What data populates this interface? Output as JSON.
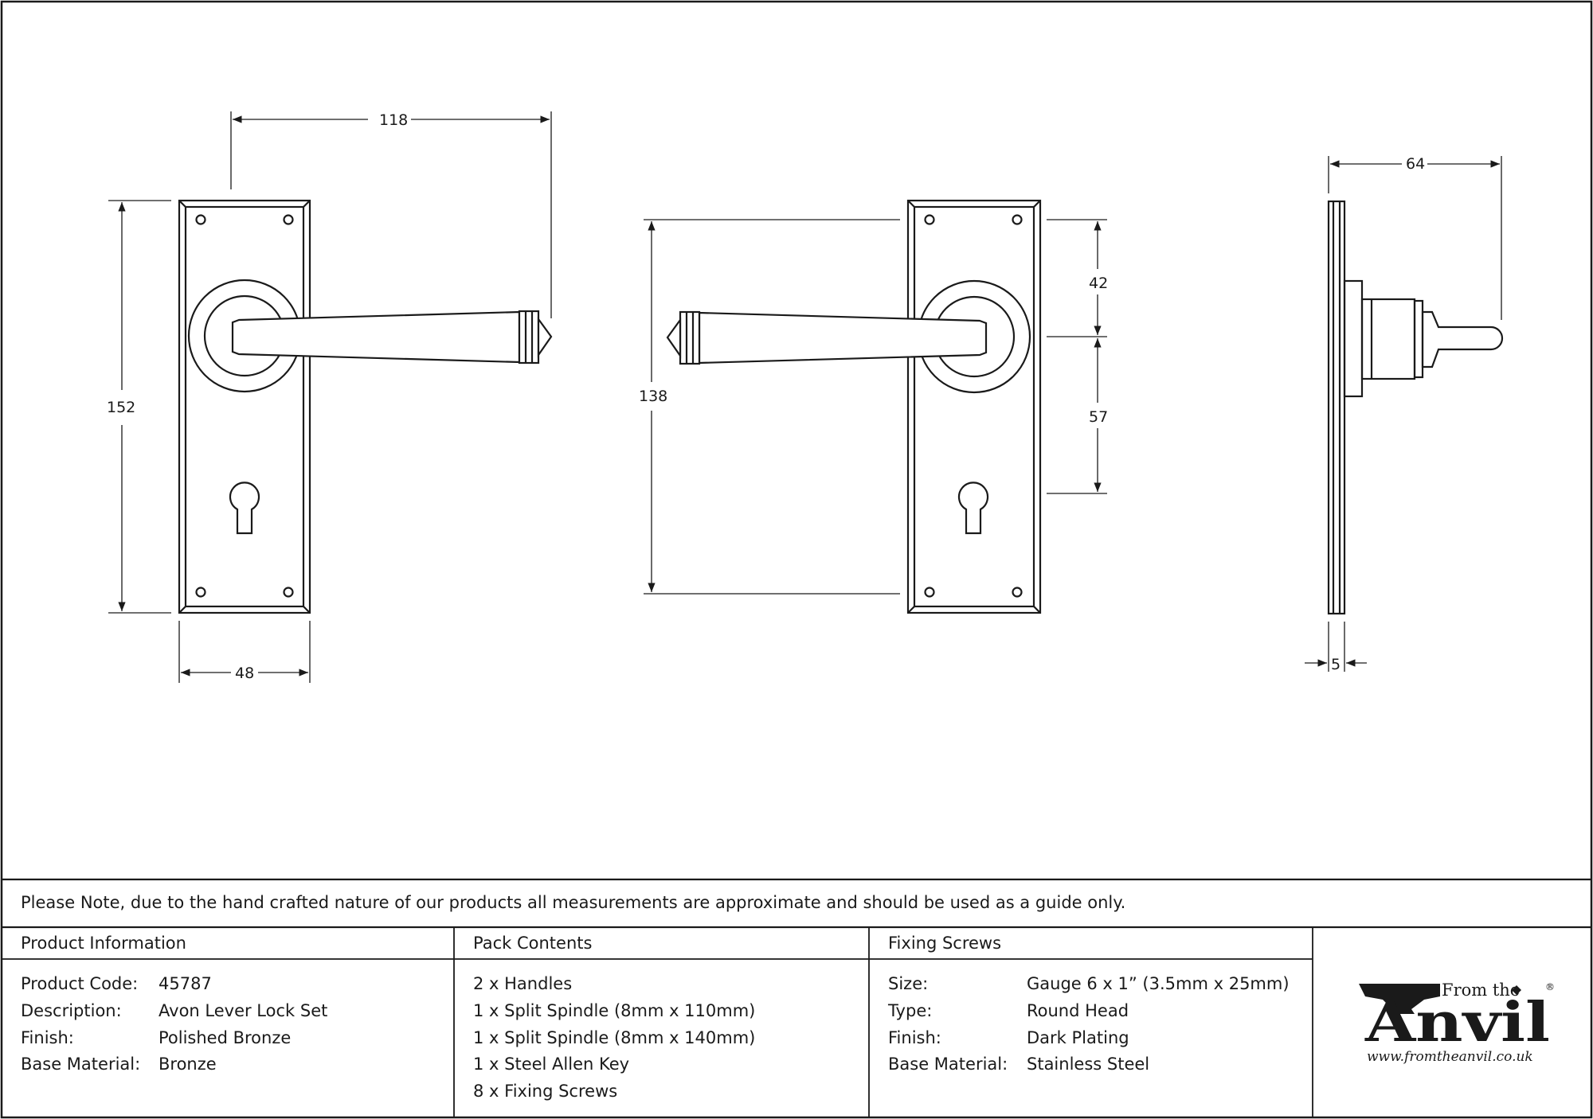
{
  "dimensions": {
    "front_width_to_lever": "118",
    "front_height": "152",
    "front_plate_width": "48",
    "back_lever_to_keyhole": "138",
    "back_top_to_spindle": "42",
    "back_spindle_to_keyhole": "57",
    "side_projection": "64",
    "side_plate_thickness": "5"
  },
  "note": "Please Note, due to the hand crafted nature of our products all measurements are approximate and should be used as a guide only.",
  "product_info": {
    "heading": "Product Information",
    "rows": [
      {
        "label": "Product Code:",
        "value": "45787"
      },
      {
        "label": "Description:",
        "value": "Avon Lever Lock Set"
      },
      {
        "label": "Finish:",
        "value": "Polished Bronze"
      },
      {
        "label": "Base Material:",
        "value": "Bronze"
      }
    ]
  },
  "pack_contents": {
    "heading": "Pack Contents",
    "items": [
      "2 x Handles",
      "1 x Split Spindle (8mm x 110mm)",
      "1 x Split Spindle (8mm x 140mm)",
      "1 x Steel Allen Key",
      "8 x Fixing Screws"
    ]
  },
  "fixing_screws": {
    "heading": "Fixing Screws",
    "rows": [
      {
        "label": "Size:",
        "value": "Gauge 6 x 1” (3.5mm x 25mm)"
      },
      {
        "label": "Type:",
        "value": "Round Head"
      },
      {
        "label": "Finish:",
        "value": "Dark Plating"
      },
      {
        "label": "Base Material:",
        "value": "Stainless Steel"
      }
    ]
  },
  "logo": {
    "from_the": "From the",
    "anvil": "Anvil",
    "registered": "®",
    "url": "www.fromtheanvil.co.uk"
  }
}
